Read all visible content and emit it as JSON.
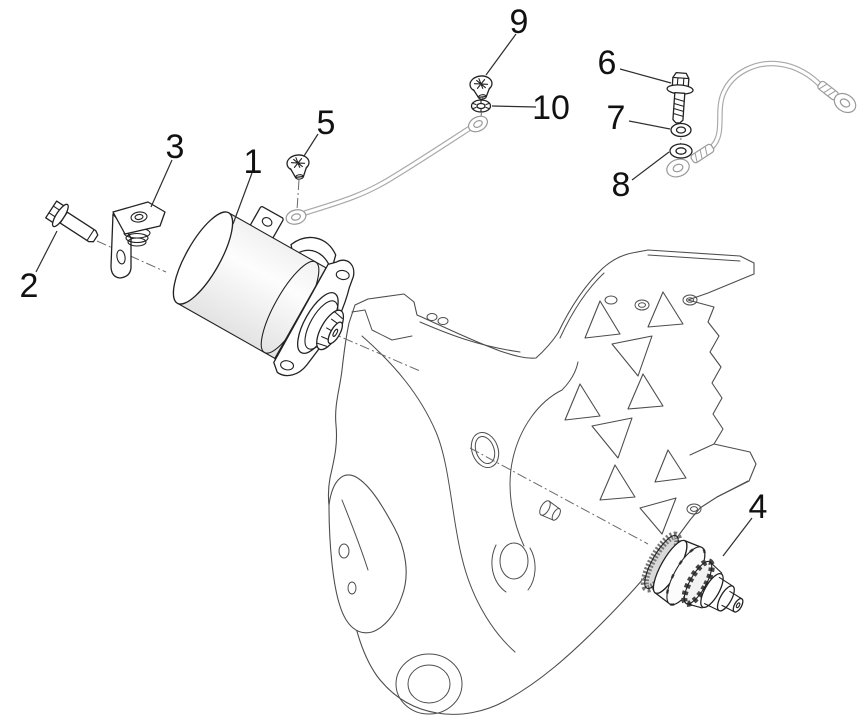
{
  "diagram": {
    "callouts": [
      {
        "label": "1"
      },
      {
        "label": "2"
      },
      {
        "label": "3"
      },
      {
        "label": "4"
      },
      {
        "label": "5"
      },
      {
        "label": "6"
      },
      {
        "label": "7"
      },
      {
        "label": "8"
      },
      {
        "label": "9"
      },
      {
        "label": "10"
      }
    ],
    "colors": {
      "background": "#ffffff",
      "crankcase_line": "#4d4d4d",
      "part_line": "#222222",
      "cable_line": "#a8a8a8",
      "label_text": "#111111"
    }
  }
}
